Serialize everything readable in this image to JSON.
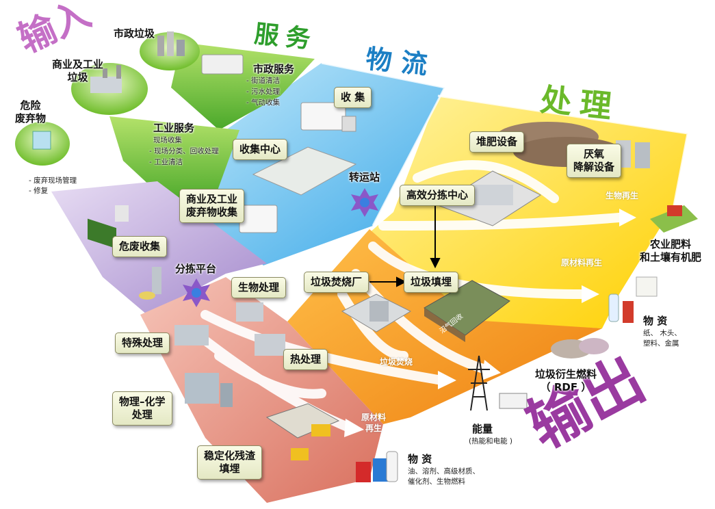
{
  "headers": {
    "input": "输入",
    "service": "服务",
    "logistics": "物流",
    "treatment": "处理",
    "output": "输出"
  },
  "sources": {
    "municipal_waste": "市政垃圾",
    "commercial_industrial_waste": "商业及工业\n垃圾",
    "hazardous_waste": "危险\n废弃物",
    "hazardous_items": [
      "- 废弃现场管理",
      "- 修复"
    ]
  },
  "services": {
    "municipal": {
      "title": "市政服务",
      "items": [
        "- 街道清洁",
        "- 污水处理",
        "- 气动收集"
      ]
    },
    "industrial": {
      "title": "工业服务",
      "items": [
        "现场收集",
        "- 现场分类、回收处理",
        "- 工业清洁"
      ]
    }
  },
  "logistics": {
    "collection": "收  集",
    "collection_center": "收集中心",
    "transfer_station": "转运站",
    "commercial_collection": "商业及工业\n废弃物收集",
    "hazardous_collection": "危废收集",
    "sorting_platform": "分拣平台"
  },
  "treatment": {
    "compost": "堆肥设备",
    "anaerobic": "厌氧\n降解设备",
    "sorting_center": "高效分拣中心",
    "incineration_plant": "垃圾焚烧厂",
    "landfill": "垃圾填埋",
    "landfill_gas": "沼气回收",
    "biological": "生物处理",
    "special": "特殊处理",
    "thermal": "热处理",
    "physchem": "物理–化学\n处理",
    "stabilization": "稳定化残渣\n填埋"
  },
  "band_labels": {
    "bio_regen": "生物再生",
    "material_regen_1": "原材料再生",
    "incineration": "垃圾焚烧",
    "material_regen_2": "原材料\n再生"
  },
  "outputs": {
    "fertilizer": "农业肥料\n和土壤有机肥",
    "materials_title": "物 资",
    "materials_detail": "纸、 木头、\n塑料、金属",
    "rdf_title": "垃圾衍生燃料\n（ RDF ）",
    "energy_title": "能量",
    "energy_detail": "(热能和电能 )",
    "chem_title": "物 资",
    "chem_detail": "油、溶剂、高级材质、\n催化剂、生物燃料"
  },
  "colors": {
    "service_band": "#7ccf3c",
    "logistics_band": "#52b8ee",
    "treatment_band": "#ffd400",
    "output_band": "#f28a1c",
    "hazard_band": "#b7a2d8",
    "special_band": "#e58e7e",
    "input_text": "#c46fc6",
    "service_text": "#2e9e2c",
    "logistics_text": "#1c7fc4",
    "treatment_text": "#6bb92a",
    "output_text": "#9a3aa0"
  },
  "icons": [
    "city-icon",
    "factory-icon",
    "hazard-site-icon",
    "garbage-truck-icon",
    "sorting-star-icon",
    "incinerator-icon",
    "landfill-icon",
    "power-tower-icon",
    "tractor-icon",
    "bottles-icon",
    "chemical-drums-icon",
    "compost-heap-icon",
    "excavator-icon"
  ]
}
